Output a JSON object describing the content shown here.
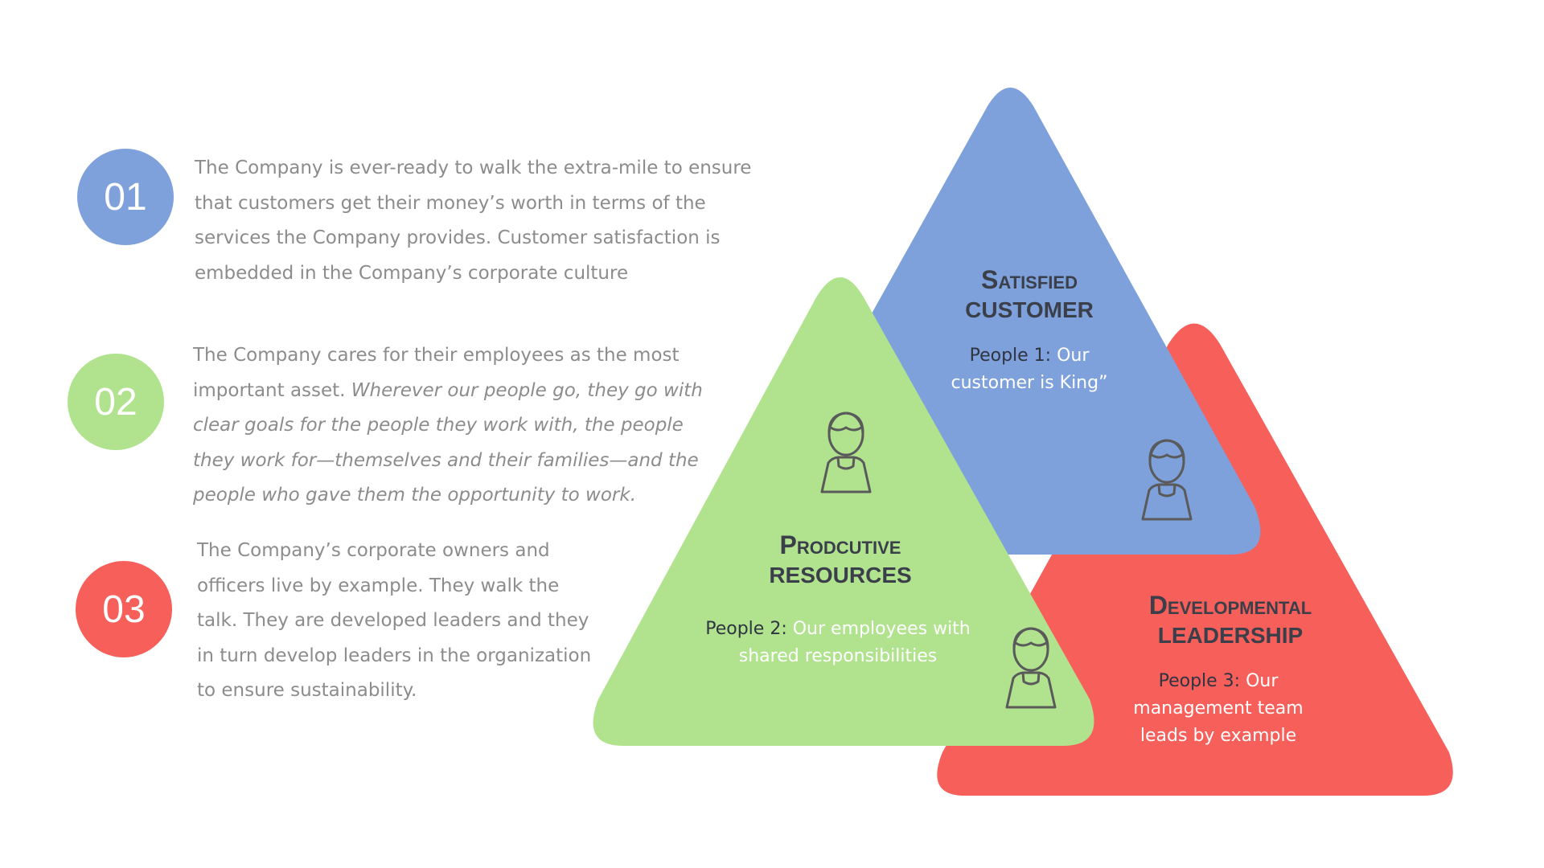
{
  "colors": {
    "blue": "#7ea1dc",
    "green": "#b1e38f",
    "red": "#f75f5a",
    "text_gray": "#8c8c8c",
    "title_dark": "#3a3f4a"
  },
  "items": [
    {
      "number": "01",
      "text": "The Company is ever-ready to walk the extra-mile to ensure that customers get their money’s worth in terms of the services the Company provides. Customer satisfaction is embedded in the Company’s corporate culture"
    },
    {
      "number": "02",
      "text": "The Company  cares for their employees as the most important asset.",
      "text_italic": "Wherever our people go, they go with clear goals for the people they work with, the people they work for—themselves and their families—and the people who gave them the opportunity to work."
    },
    {
      "number": "03",
      "text": "The Company’s corporate owners and officers live by example. They walk the talk. They are developed leaders and they in turn develop leaders in the organization to ensure sustainability."
    }
  ],
  "triangles": {
    "blue": {
      "title_line1": "Satisfied",
      "title_line2": "CUSTOMER",
      "people_label": "People 1:",
      "people_text": "Our customer is King”",
      "icon": "person-icon"
    },
    "green": {
      "title_line1": "Prodcutive",
      "title_line2": "RESOURCES",
      "people_label": "People 2:",
      "people_text": "Our employees with shared responsibilities",
      "icon": "person-icon"
    },
    "red": {
      "title_line1": "Developmental",
      "title_line2": "LEADERSHIP",
      "people_label": "People 3:",
      "people_text": "Our management team leads by example",
      "icon": "person-icon"
    }
  }
}
